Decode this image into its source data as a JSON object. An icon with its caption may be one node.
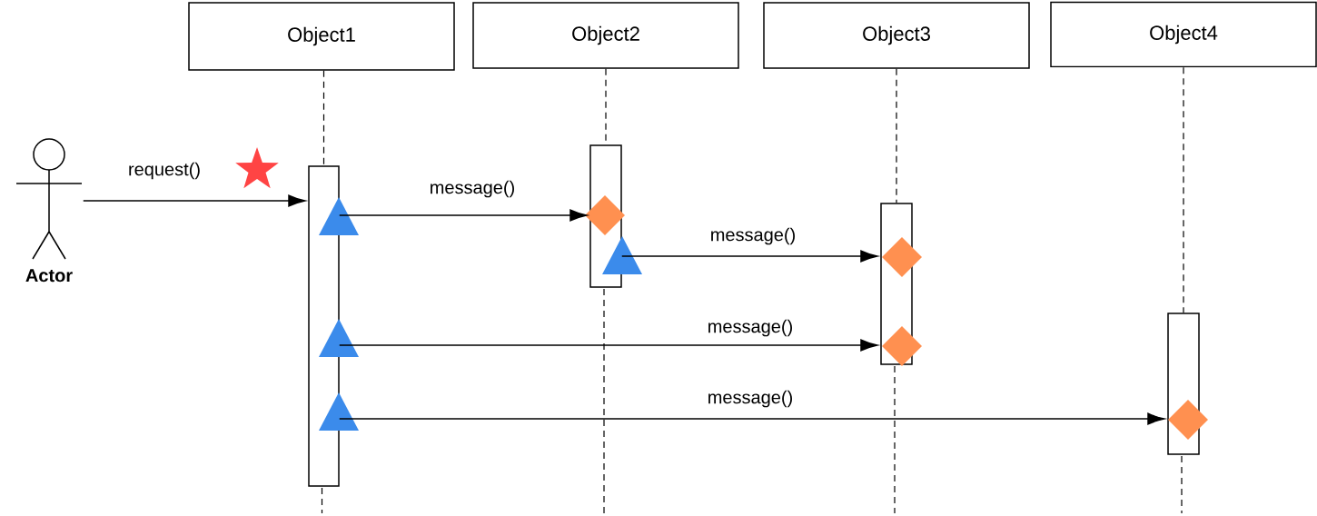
{
  "diagram": {
    "nodes": [
      {
        "text": [
          "Object1"
        ]
      },
      {
        "text": [
          "Object2"
        ]
      },
      {
        "text": [
          "Object3"
        ]
      },
      {
        "text": [
          "Object4"
        ]
      },
      {
        "text": [
          "Actor"
        ]
      },
      {
        "text": [],
        "shape": "bar"
      },
      {
        "text": [],
        "shape": "bar"
      },
      {
        "text": [],
        "shape": "bar"
      },
      {
        "text": [],
        "shape": "bar"
      }
    ],
    "edges": [
      {
        "from": 0,
        "to": 5,
        "arrow": "none",
        "style": "dashed"
      },
      {
        "from": 1,
        "to": 6,
        "arrow": "none",
        "style": "dashed"
      },
      {
        "from": 2,
        "to": 7,
        "arrow": "none",
        "style": "dashed"
      },
      {
        "from": 3,
        "to": 8,
        "arrow": "none",
        "style": "dashed"
      },
      {
        "from": 4,
        "to": 5,
        "arrow": "to",
        "label": "request()"
      },
      {
        "from": 5,
        "to": 6,
        "arrow": "to",
        "label": "message()"
      },
      {
        "from": 6,
        "to": 7,
        "arrow": "to",
        "label": "message()"
      },
      {
        "from": 5,
        "to": 7,
        "arrow": "to",
        "label": "message()"
      },
      {
        "from": 5,
        "to": 8,
        "arrow": "to",
        "label": "message()"
      }
    ]
  }
}
